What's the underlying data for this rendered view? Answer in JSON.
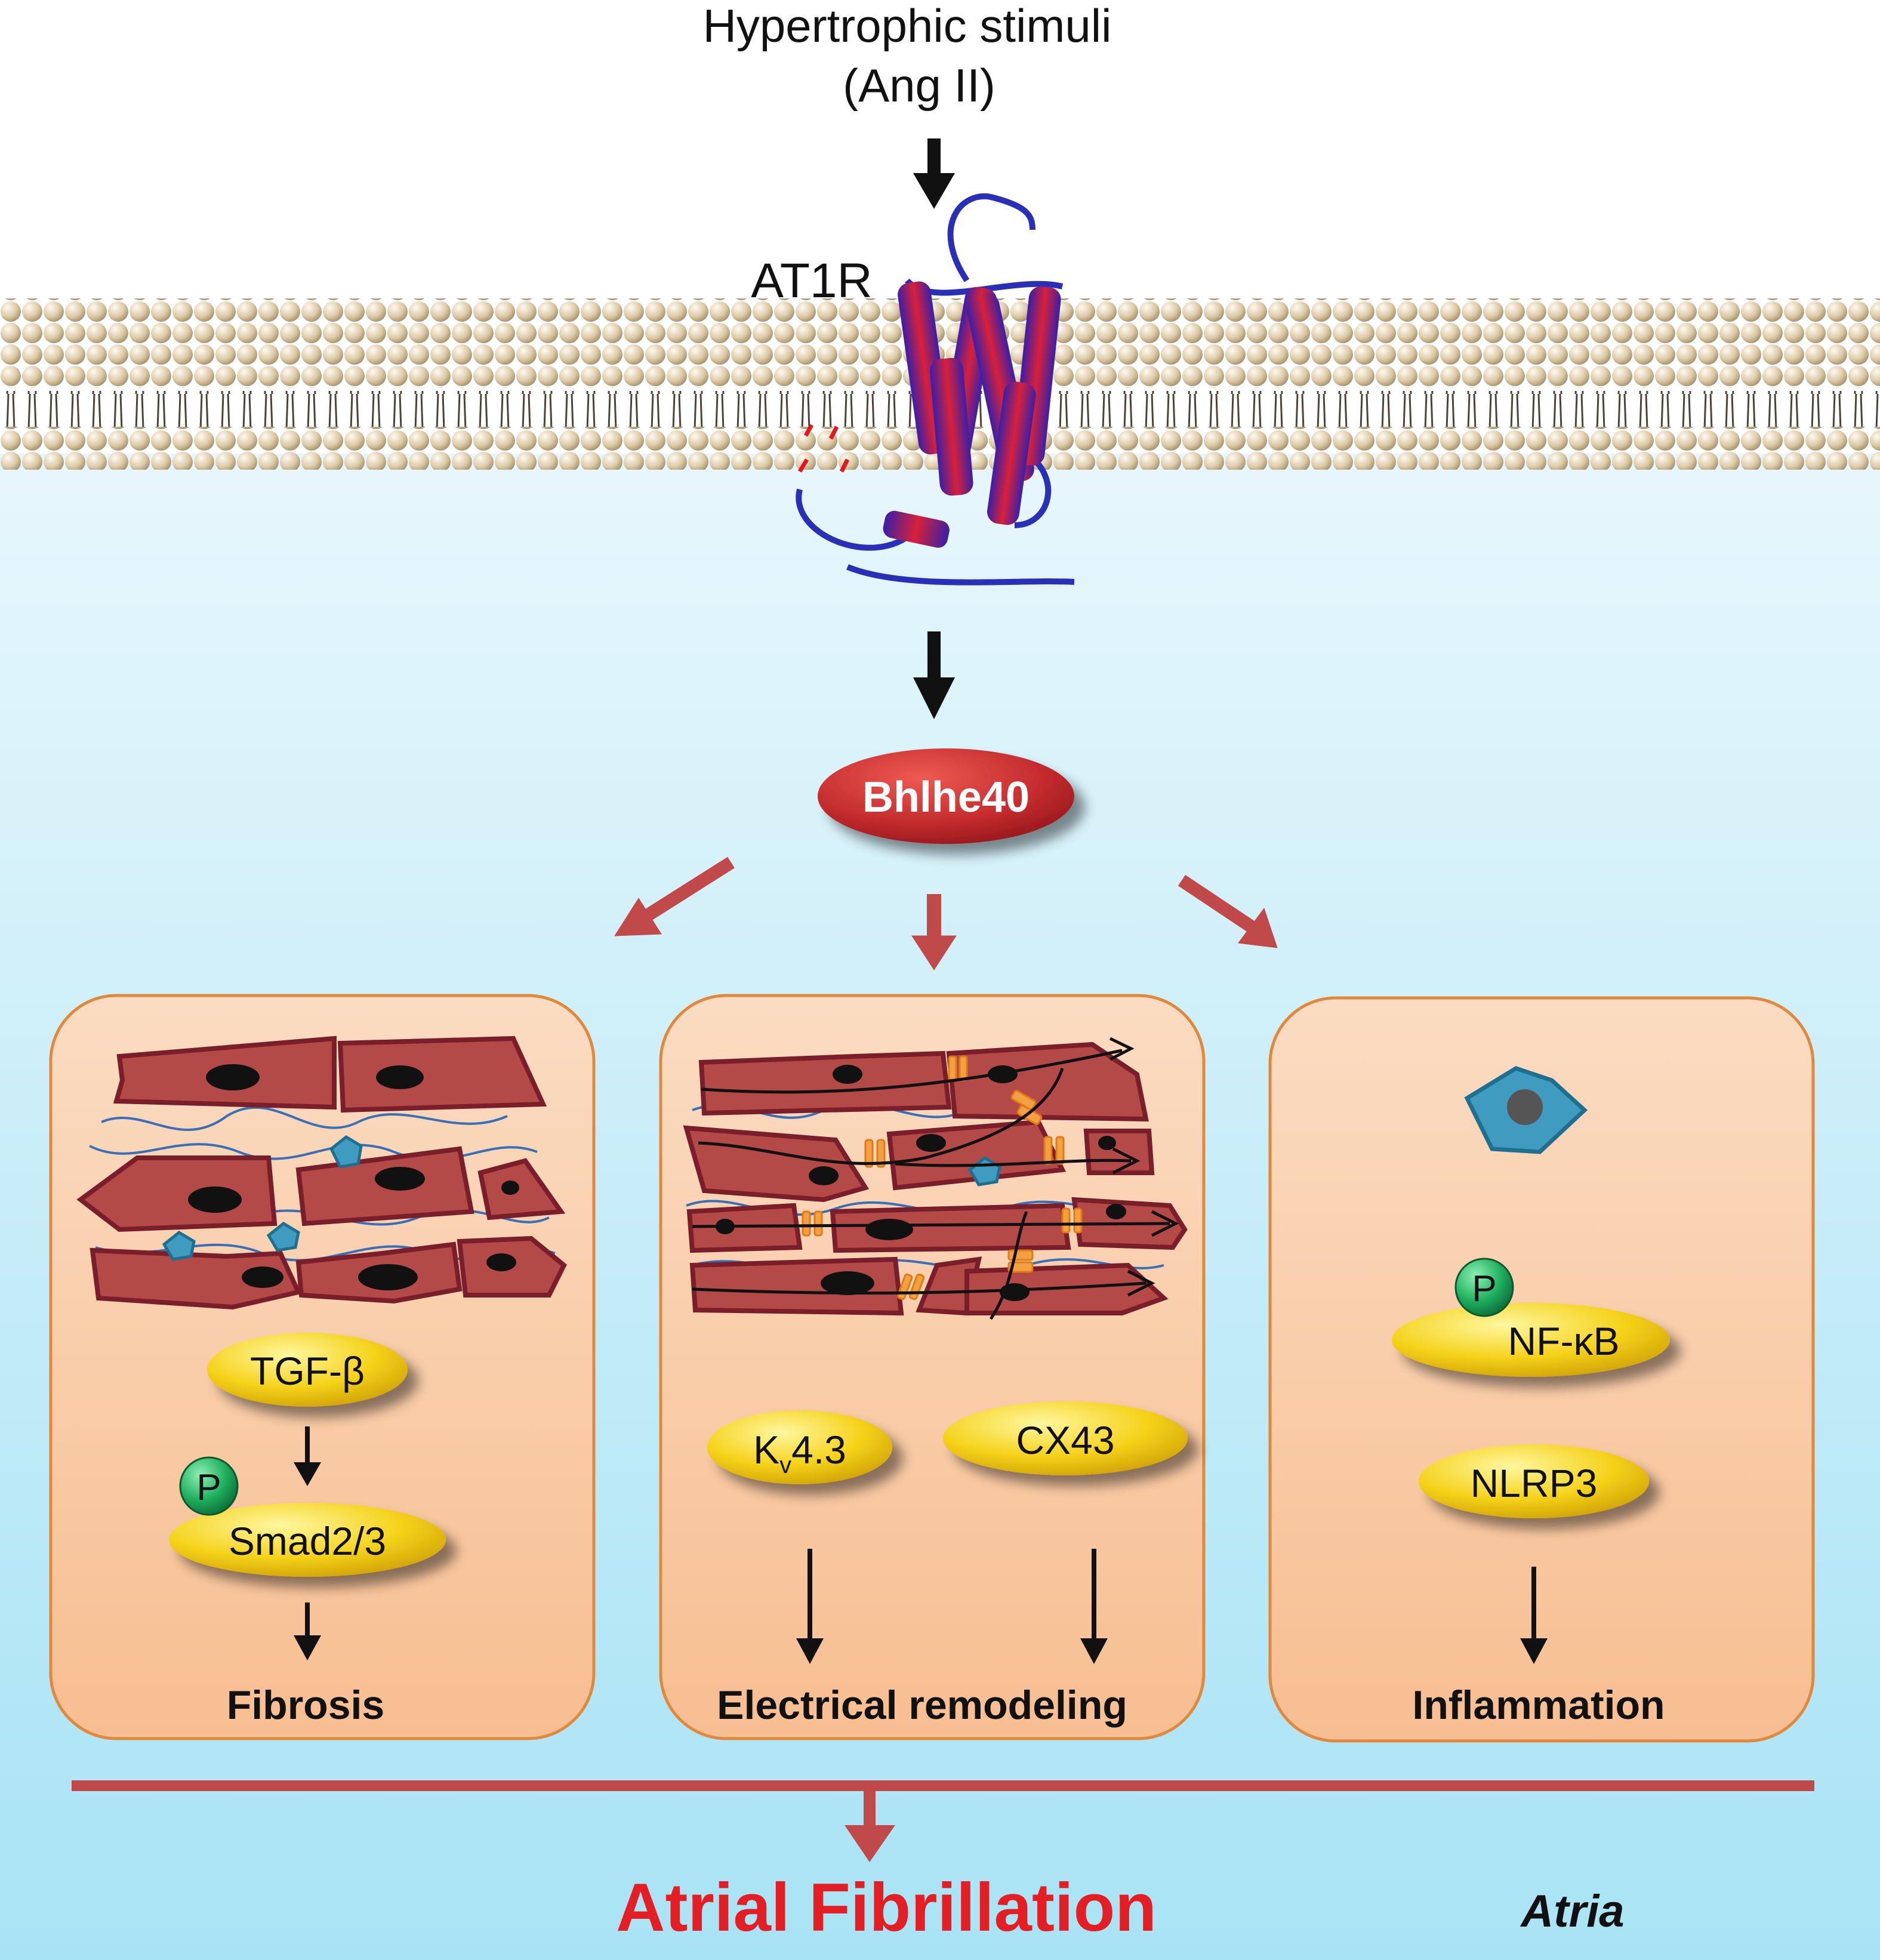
{
  "top": {
    "stimulus_line1": "Hypertrophic stimuli",
    "stimulus_line2": "(Ang II)",
    "receptor_label": "AT1R"
  },
  "center": {
    "transcription_factor": "Bhlhe40"
  },
  "panels": {
    "fibrosis": {
      "marker1": "TGF-β",
      "phospho": "P",
      "marker2": "Smad2/3",
      "outcome": "Fibrosis"
    },
    "electrical": {
      "marker1_main": "K",
      "marker1_sub": "v",
      "marker1_rest": "4.3",
      "marker2": "CX43",
      "outcome": "Electrical remodeling"
    },
    "inflammation": {
      "phospho": "P",
      "marker1": "NF-κB",
      "marker2": "NLRP3",
      "outcome": "Inflammation"
    }
  },
  "bottom": {
    "outcome": "Atrial Fibrillation",
    "tissue": "Atria"
  },
  "colors": {
    "membrane_head": "#d9c7a3",
    "cytoplasm_top": "#e6f6fb",
    "cytoplasm_bottom": "#a9e4f6",
    "panel_fill": "#f7c79e",
    "panel_stroke": "#e0883c",
    "cell_fill": "#b44a48",
    "cell_stroke": "#7a1f2a",
    "oval_yellow": "#f5d21a",
    "bhlhe40_red": "#c42b2e",
    "arrow_red": "#c04a4a",
    "phospho_green": "#1eae5e",
    "outcome_red": "#e31e24",
    "receptor_blue": "#2a2fb8"
  }
}
